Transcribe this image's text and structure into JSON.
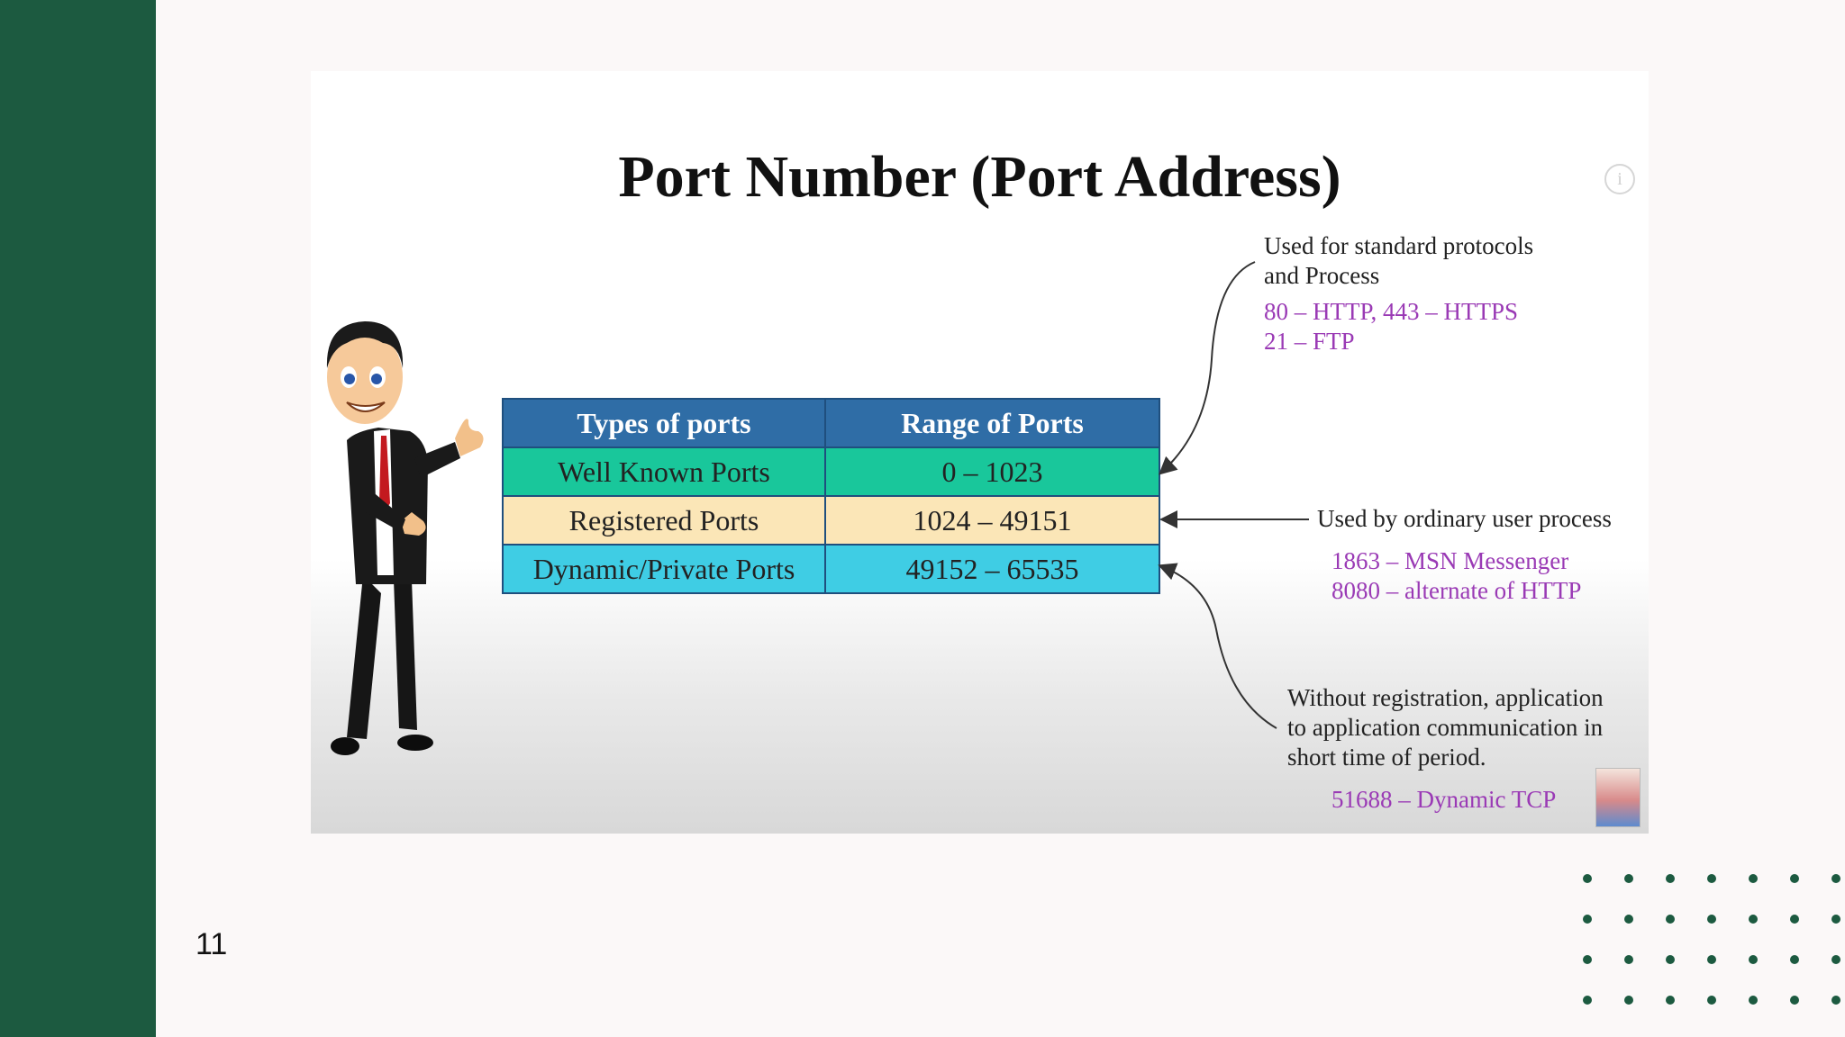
{
  "slide": {
    "number": "11",
    "accent_color": "#1c5a40"
  },
  "image": {
    "title": "Port Number (Port Address)",
    "info_icon": "info-icon",
    "table": {
      "headers": [
        "Types of ports",
        "Range of Ports"
      ],
      "rows": [
        {
          "type": "Well Known Ports",
          "range": "0 – 1023",
          "color": "#19c79b"
        },
        {
          "type": "Registered Ports",
          "range": "1024 – 49151",
          "color": "#fbe6b7"
        },
        {
          "type": "Dynamic/Private Ports",
          "range": "49152 – 65535",
          "color": "#3fcde4"
        }
      ],
      "header_color": "#2f6da6"
    },
    "notes": {
      "well_known": {
        "text": [
          "Used for standard protocols",
          "and Process"
        ],
        "examples": [
          "80 – HTTP,  443 – HTTPS",
          "21 – FTP"
        ]
      },
      "registered": {
        "text": [
          "Used by ordinary user process"
        ],
        "examples": [
          "1863 – MSN Messenger",
          "8080 – alternate of HTTP"
        ]
      },
      "dynamic": {
        "text": [
          "Without registration, application",
          "to application communication in",
          "short time of period."
        ],
        "examples": [
          "51688 – Dynamic TCP"
        ]
      }
    },
    "example_color": "#9a3ab5",
    "illustration": "businessman-pointing-illustration"
  }
}
